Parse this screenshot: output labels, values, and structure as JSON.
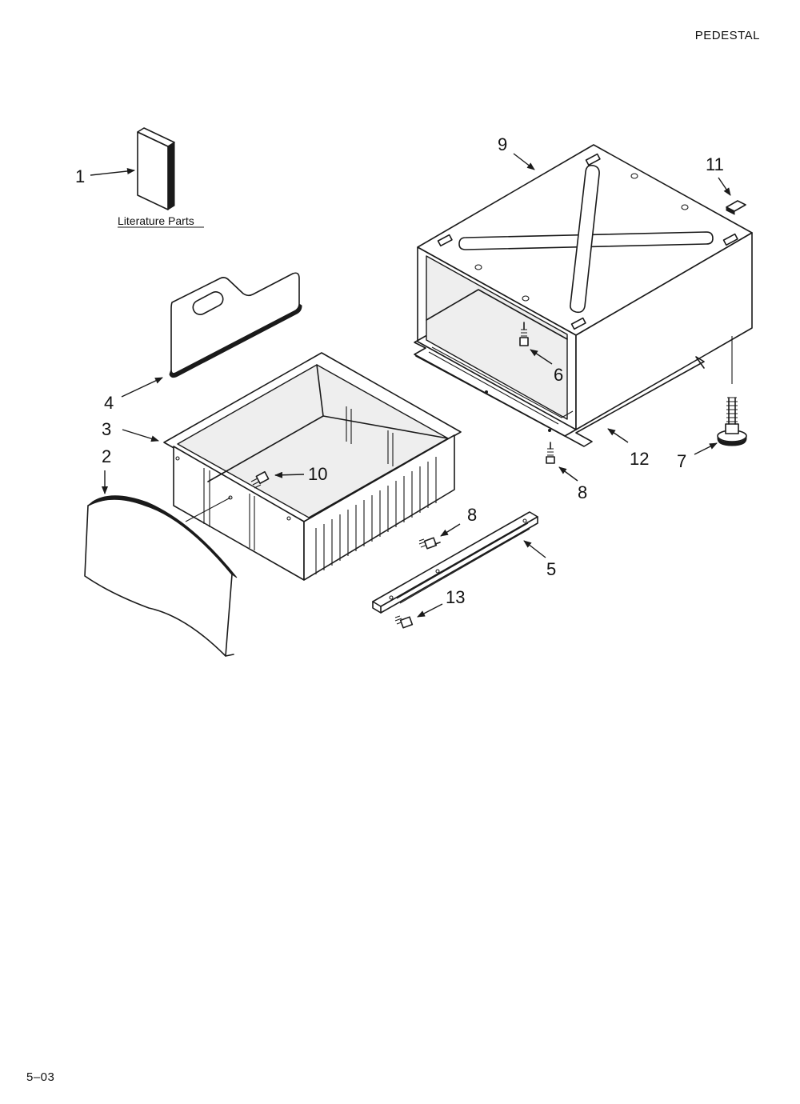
{
  "header": {
    "title": "PEDESTAL"
  },
  "footer": {
    "code": "5–03"
  },
  "literature_label": "Literature Parts",
  "callouts": [
    {
      "id": "c1",
      "label": "1"
    },
    {
      "id": "c2",
      "label": "2"
    },
    {
      "id": "c3",
      "label": "3"
    },
    {
      "id": "c4",
      "label": "4"
    },
    {
      "id": "c5",
      "label": "5"
    },
    {
      "id": "c6",
      "label": "6"
    },
    {
      "id": "c7",
      "label": "7"
    },
    {
      "id": "c8a",
      "label": "8"
    },
    {
      "id": "c8b",
      "label": "8"
    },
    {
      "id": "c9",
      "label": "9"
    },
    {
      "id": "c10",
      "label": "10"
    },
    {
      "id": "c11",
      "label": "11"
    },
    {
      "id": "c12",
      "label": "12"
    },
    {
      "id": "c13",
      "label": "13"
    }
  ]
}
